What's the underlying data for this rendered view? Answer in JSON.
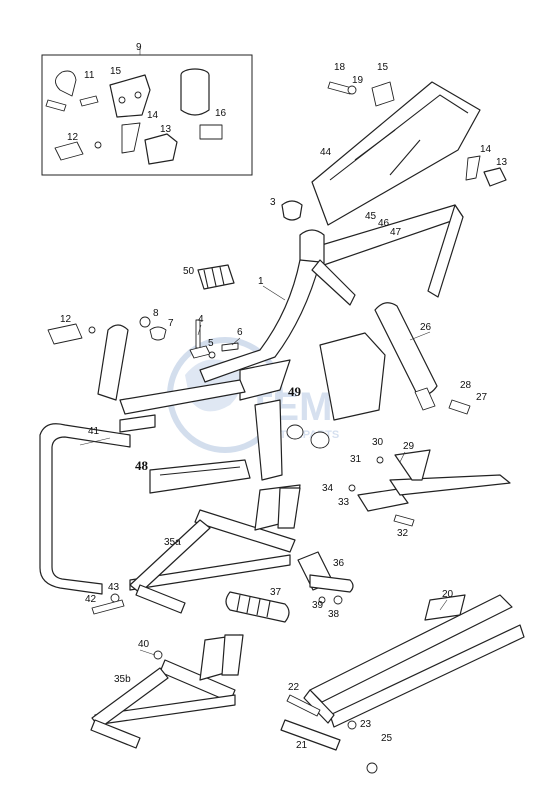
{
  "diagram": {
    "callouts": {
      "c1": "1",
      "c3": "3",
      "c4": "4",
      "c5": "5",
      "c6": "6",
      "c7": "7",
      "c8": "8",
      "c9": "9",
      "c11": "11",
      "c12_box": "12",
      "c12_frame": "12",
      "c13_box": "13",
      "c13_side": "13",
      "c14_box": "14",
      "c14_side": "14",
      "c15_box": "15",
      "c15_seat": "15",
      "c16": "16",
      "c18": "18",
      "c19": "19",
      "c20": "20",
      "c21": "21",
      "c22": "22",
      "c23": "23",
      "c25": "25",
      "c26": "26",
      "c27": "27",
      "c28": "28",
      "c29": "29",
      "c30": "30",
      "c31": "31",
      "c32": "32",
      "c33": "33",
      "c34": "34",
      "c35a": "35a",
      "c35b": "35b",
      "c36": "36",
      "c37": "37",
      "c38": "38",
      "c39": "39",
      "c40": "40",
      "c41": "41",
      "c42": "42",
      "c43": "43",
      "c44": "44",
      "c45": "45",
      "c46": "46",
      "c47": "47",
      "c48": "48",
      "c49": "49",
      "c50": "50"
    },
    "watermark": {
      "brand": "TEM",
      "sub": "MOTORPARTS"
    }
  }
}
